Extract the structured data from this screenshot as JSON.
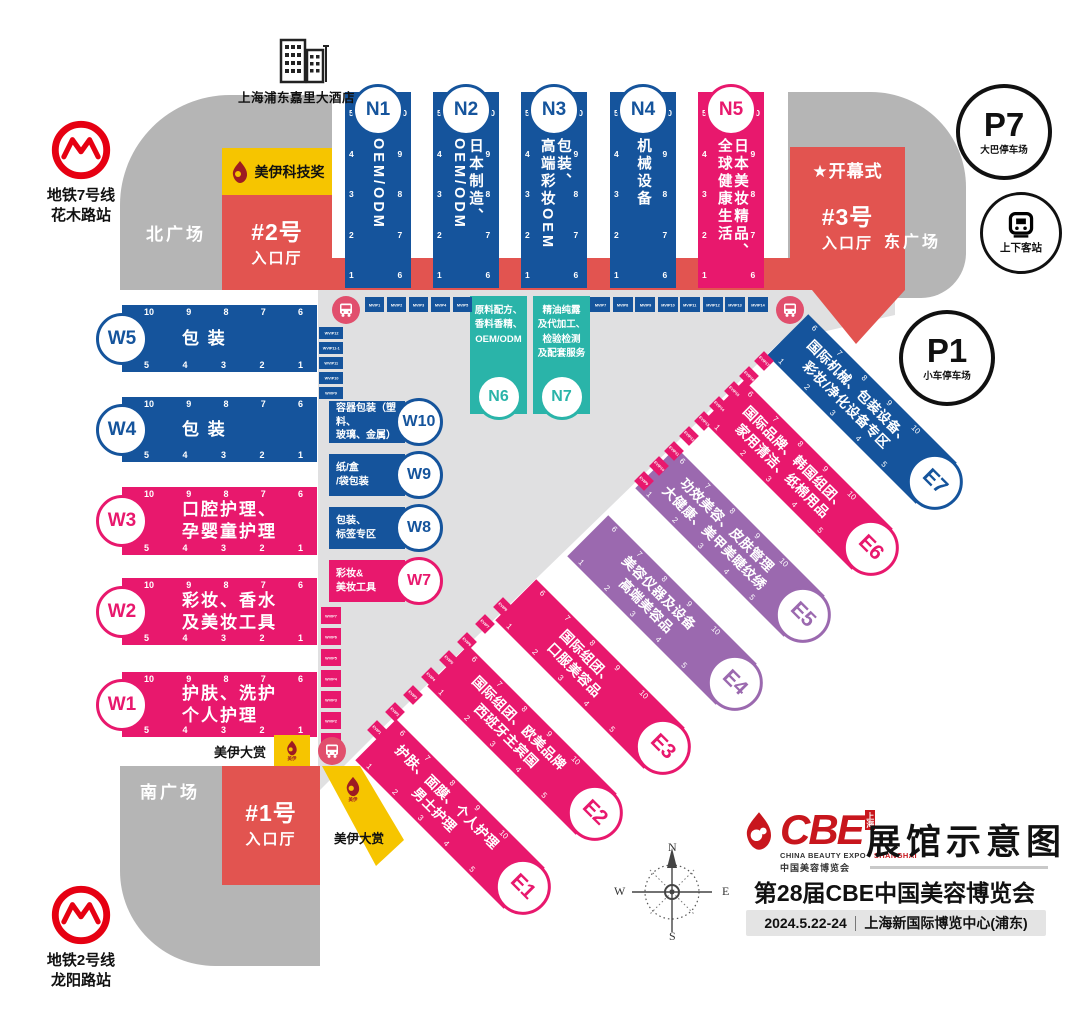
{
  "colors": {
    "blue": "#15549c",
    "pink": "#e8186d",
    "purple": "#9b69af",
    "teal": "#2ab4a9",
    "red": "#e25450",
    "yellow": "#f6c500",
    "gray_band": "#b5b5b5",
    "gray_light": "#e0e0e1",
    "cbe_red": "#c8161d",
    "bus": "#e14f6d"
  },
  "stations": {
    "metro7": {
      "line": "地铁7号线",
      "station": "花木路站"
    },
    "metro2": {
      "line": "地铁2号线",
      "station": "龙阳路站"
    },
    "hotel": "上海浦东嘉里大酒店",
    "pickup": "上下客站"
  },
  "parking": {
    "p7": {
      "code": "P7",
      "label": "大巴停车场"
    },
    "p1": {
      "code": "P1",
      "label": "小车停车场"
    }
  },
  "plazas": {
    "north": "北广场",
    "east": "东广场",
    "south": "南广场"
  },
  "entrances": {
    "e2": {
      "no": "#2号",
      "hall": "入口厅"
    },
    "e3": {
      "no": "#3号",
      "hall": "入口厅"
    },
    "e1": {
      "no": "#1号",
      "hall": "入口厅"
    }
  },
  "opening": {
    "star": "★",
    "label": "开幕式"
  },
  "awards": {
    "tech": "美伊科技奖",
    "grand": "美伊大赏",
    "brand": "美伊"
  },
  "halls_n": [
    {
      "id": "N1",
      "lines": [
        "OEM/ODM"
      ],
      "color": "blue"
    },
    {
      "id": "N2",
      "lines": [
        "日本制造、",
        "OEM/ODM"
      ],
      "color": "blue"
    },
    {
      "id": "N3",
      "lines": [
        "包装、",
        "高端彩妆OEM"
      ],
      "color": "blue"
    },
    {
      "id": "N4",
      "lines": [
        "机械设备"
      ],
      "color": "blue"
    },
    {
      "id": "N5",
      "lines": [
        "日本美妆精品、",
        "全球健康生活"
      ],
      "color": "pink"
    }
  ],
  "halls_w": [
    {
      "id": "W5",
      "lines": [
        "包 装"
      ],
      "color": "blue"
    },
    {
      "id": "W4",
      "lines": [
        "包 装"
      ],
      "color": "blue"
    },
    {
      "id": "W3",
      "lines": [
        "口腔护理、",
        "孕婴童护理"
      ],
      "color": "pink"
    },
    {
      "id": "W2",
      "lines": [
        "彩妆、香水",
        "及美妆工具"
      ],
      "color": "pink"
    },
    {
      "id": "W1",
      "lines": [
        "护肤、洗护",
        "个人护理"
      ],
      "color": "pink"
    }
  ],
  "halls_w_boxes": [
    {
      "id": "W10",
      "lines": [
        "容器包装（塑料、",
        "玻璃、金属）"
      ],
      "color": "blue"
    },
    {
      "id": "W9",
      "lines": [
        "纸/盒",
        "/袋包装"
      ],
      "color": "blue"
    },
    {
      "id": "W8",
      "lines": [
        "包装、",
        "标签专区"
      ],
      "color": "blue"
    },
    {
      "id": "W7",
      "lines": [
        "彩妆&",
        "美妆工具"
      ],
      "color": "pink"
    }
  ],
  "halls_service": [
    {
      "id": "N6",
      "lines": [
        "原料配方、",
        "香料香精、",
        "OEM/ODM"
      ]
    },
    {
      "id": "N7",
      "lines": [
        "精油纯露",
        "及代加工、",
        "检验检测",
        "及配套服务"
      ]
    }
  ],
  "halls_e": [
    {
      "id": "E1",
      "lines": [
        "护肤、面膜、个人护理",
        "男士护理"
      ],
      "color": "pink"
    },
    {
      "id": "E2",
      "lines": [
        "国际组团、欧美品牌",
        "西班牙主宾国"
      ],
      "color": "pink"
    },
    {
      "id": "E3",
      "lines": [
        "国际组团、",
        "口服美容品"
      ],
      "color": "pink"
    },
    {
      "id": "E4",
      "lines": [
        "美容仪器及设备",
        "高端美容品"
      ],
      "color": "purple"
    },
    {
      "id": "E5",
      "lines": [
        "功效美容、皮肤管理",
        "大健康、美甲美睫纹绣"
      ],
      "color": "purple"
    },
    {
      "id": "E6",
      "lines": [
        "国际品牌、韩国组团、",
        "家用清洁、纸棉用品"
      ],
      "color": "pink"
    },
    {
      "id": "E7",
      "lines": [
        "国际机械、包装设备、",
        "彩妆/净化设备专区"
      ],
      "color": "blue"
    }
  ],
  "gate_numbers": {
    "n_left": [
      "5",
      "4",
      "3",
      "2",
      "1"
    ],
    "n_right": [
      "10",
      "9",
      "8",
      "7",
      "6"
    ],
    "w_top": [
      "10",
      "9",
      "8",
      "7",
      "6"
    ],
    "w_bottom": [
      "5",
      "4",
      "3",
      "2",
      "1"
    ],
    "e_top": [
      "6",
      "7",
      "8",
      "9",
      "10"
    ],
    "e_bottom": [
      "1",
      "2",
      "3",
      "4",
      "5"
    ]
  },
  "vip": {
    "mvip_row_left": [
      "MVIP1",
      "MVIP2",
      "MVIP3",
      "MVIP4",
      "MVIP5"
    ],
    "mvip_row_right": [
      "MVIP7",
      "MVIP8",
      "MVIP9",
      "MVIP10",
      "MVIP11",
      "MVIP12",
      "MVIP13",
      "MVIP14"
    ],
    "wvip_upper": [
      "WVIP12",
      "WVIP11-1",
      "WVIP11",
      "WVIP10",
      "WVIP9"
    ],
    "wvip_lower": [
      "WVIP7",
      "WVIP6",
      "WVIP5",
      "WVIP4",
      "WVIP3",
      "WVIP2",
      "WVIP1"
    ],
    "evip_lower": [
      "EVIP1",
      "EVIP2",
      "EVIP3",
      "EVIP4",
      "EVIP5",
      "EVIP6",
      "EVIP7",
      "EVIP8"
    ],
    "evip_upper": [
      "EVIP9",
      "EVIP10",
      "EVIP11",
      "EVIP12",
      "EVIP13",
      "EVIP14",
      "EVIP15",
      "EVIP16",
      "EVIP17"
    ]
  },
  "compass": {
    "n": "N",
    "e": "E",
    "s": "S",
    "w": "W"
  },
  "footer": {
    "logo_word": "CBE",
    "logo_badge": "上海",
    "tagline1": "CHINA BEAUTY EXPO - ",
    "tagline2": "SHANGHAI",
    "logo_cn": "中国美容博览会",
    "title": "展馆示意图",
    "subtitle": "第28届CBE中国美容博览会",
    "date": "2024.5.22-24",
    "venue": "上海新国际博览中心(浦东)"
  }
}
